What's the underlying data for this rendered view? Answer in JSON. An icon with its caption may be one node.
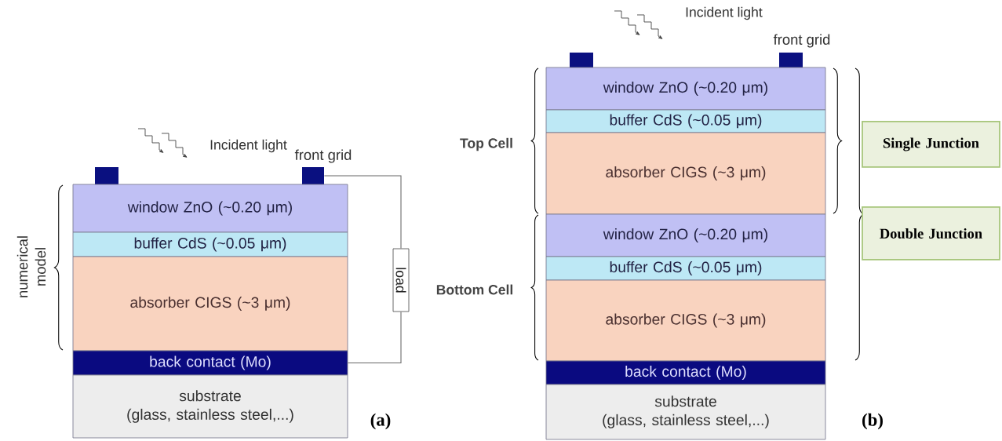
{
  "diagram": {
    "nodes": [
      {
        "text": [],
        "shape": "box"
      },
      {
        "text": [],
        "shape": "box"
      },
      {
        "text": [
          "window ZnO (~0.20 μm)"
        ]
      },
      {
        "text": [
          "buffer CdS (~0.05 μm)"
        ]
      },
      {
        "text": [
          "absorber CIGS (~3 μm)"
        ]
      },
      {
        "text": [
          "back contact (Mo)"
        ]
      },
      {
        "text": [
          "substrate",
          "(glass, stainless steel,...)"
        ]
      },
      {
        "text": [
          "load"
        ]
      },
      {
        "text": [],
        "shape": "box"
      },
      {
        "text": [],
        "shape": "box"
      },
      {
        "text": [
          "window ZnO (~0.20 μm)"
        ]
      },
      {
        "text": [
          "buffer CdS (~0.05 μm)"
        ]
      },
      {
        "text": [
          "absorber CIGS (~3 μm)"
        ]
      },
      {
        "text": [
          "window ZnO (~0.20 μm)"
        ]
      },
      {
        "text": [
          "buffer CdS (~0.05 μm)"
        ]
      },
      {
        "text": [
          "absorber CIGS (~3 μm)"
        ]
      },
      {
        "text": [
          "back contact (Mo)"
        ]
      },
      {
        "text": [
          "substrate",
          "(glass, stainless steel,...)"
        ]
      },
      {
        "text": [
          "Single Junction"
        ]
      },
      {
        "text": [
          "Double Junction"
        ]
      }
    ],
    "edges": [
      {
        "from": 1,
        "to": 7,
        "arrow": "none"
      },
      {
        "from": 7,
        "to": 5,
        "arrow": "none"
      }
    ],
    "labels": [
      "Incident light",
      "front grid",
      "numerical model",
      "(a)",
      "Incident light",
      "front grid",
      "Top Cell",
      "Bottom Cell",
      "(b)"
    ]
  }
}
